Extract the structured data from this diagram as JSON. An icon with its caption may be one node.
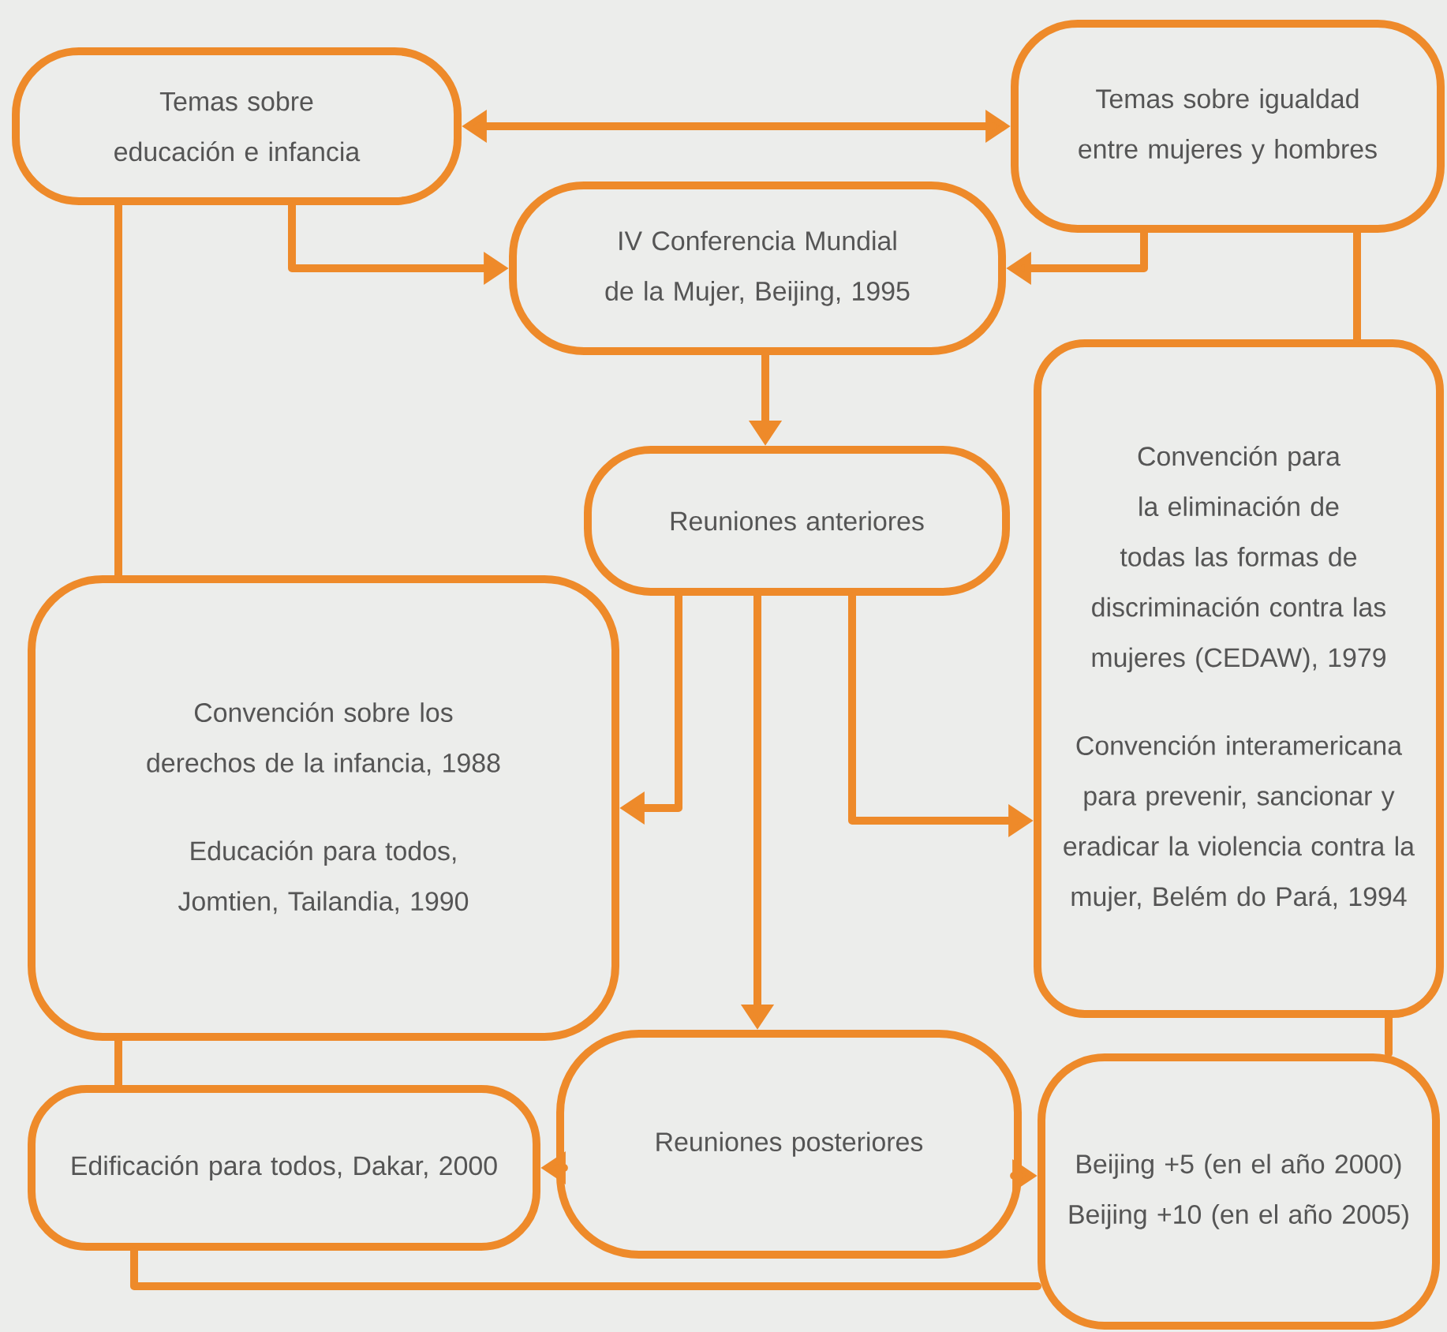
{
  "diagram": {
    "nodes": [
      {
        "text": [
          "Temas sobre educación e infancia"
        ]
      },
      {
        "text": [
          "Temas sobre igualdad entre mujeres y hombres"
        ]
      },
      {
        "text": [
          "IV Conferencia Mundial de la Mujer, Beijing, 1995"
        ]
      },
      {
        "text": [
          "Reuniones anteriores"
        ]
      },
      {
        "text": [
          "Convención para la eliminación de todas las formas de discriminación contra las mujeres (CEDAW), 1979",
          "Convención interamericana para prevenir, sancionar y eradicar la violencia contra la mujer, Belém do Pará, 1994"
        ]
      },
      {
        "text": [
          "Convención sobre los derechos de la infancia, 1988",
          "Educación para todos, Jomtien, Tailandia, 1990"
        ]
      },
      {
        "text": [
          "Reuniones posteriores"
        ]
      },
      {
        "text": [
          "Edificación para todos, Dakar, 2000"
        ]
      },
      {
        "text": [
          "Beijing +5 (en el año 2000)",
          "Beijing +10 (en el año 2005)"
        ]
      }
    ],
    "edges": [
      {
        "from": 0,
        "to": 1,
        "arrow": "both"
      },
      {
        "from": 0,
        "to": 2,
        "arrow": "to"
      },
      {
        "from": 1,
        "to": 2,
        "arrow": "to"
      },
      {
        "from": 2,
        "to": 3,
        "arrow": "to"
      },
      {
        "from": 3,
        "to": 5,
        "arrow": "to"
      },
      {
        "from": 3,
        "to": 4,
        "arrow": "to"
      },
      {
        "from": 3,
        "to": 6,
        "arrow": "to"
      },
      {
        "from": 6,
        "to": 7,
        "arrow": "to"
      },
      {
        "from": 6,
        "to": 8,
        "arrow": "to"
      },
      {
        "from": 0,
        "to": 5,
        "arrow": "none"
      },
      {
        "from": 1,
        "to": 4,
        "arrow": "none"
      },
      {
        "from": 5,
        "to": 7,
        "arrow": "none"
      },
      {
        "from": 4,
        "to": 8,
        "arrow": "none"
      },
      {
        "from": 7,
        "to": 8,
        "arrow": "none"
      }
    ]
  }
}
